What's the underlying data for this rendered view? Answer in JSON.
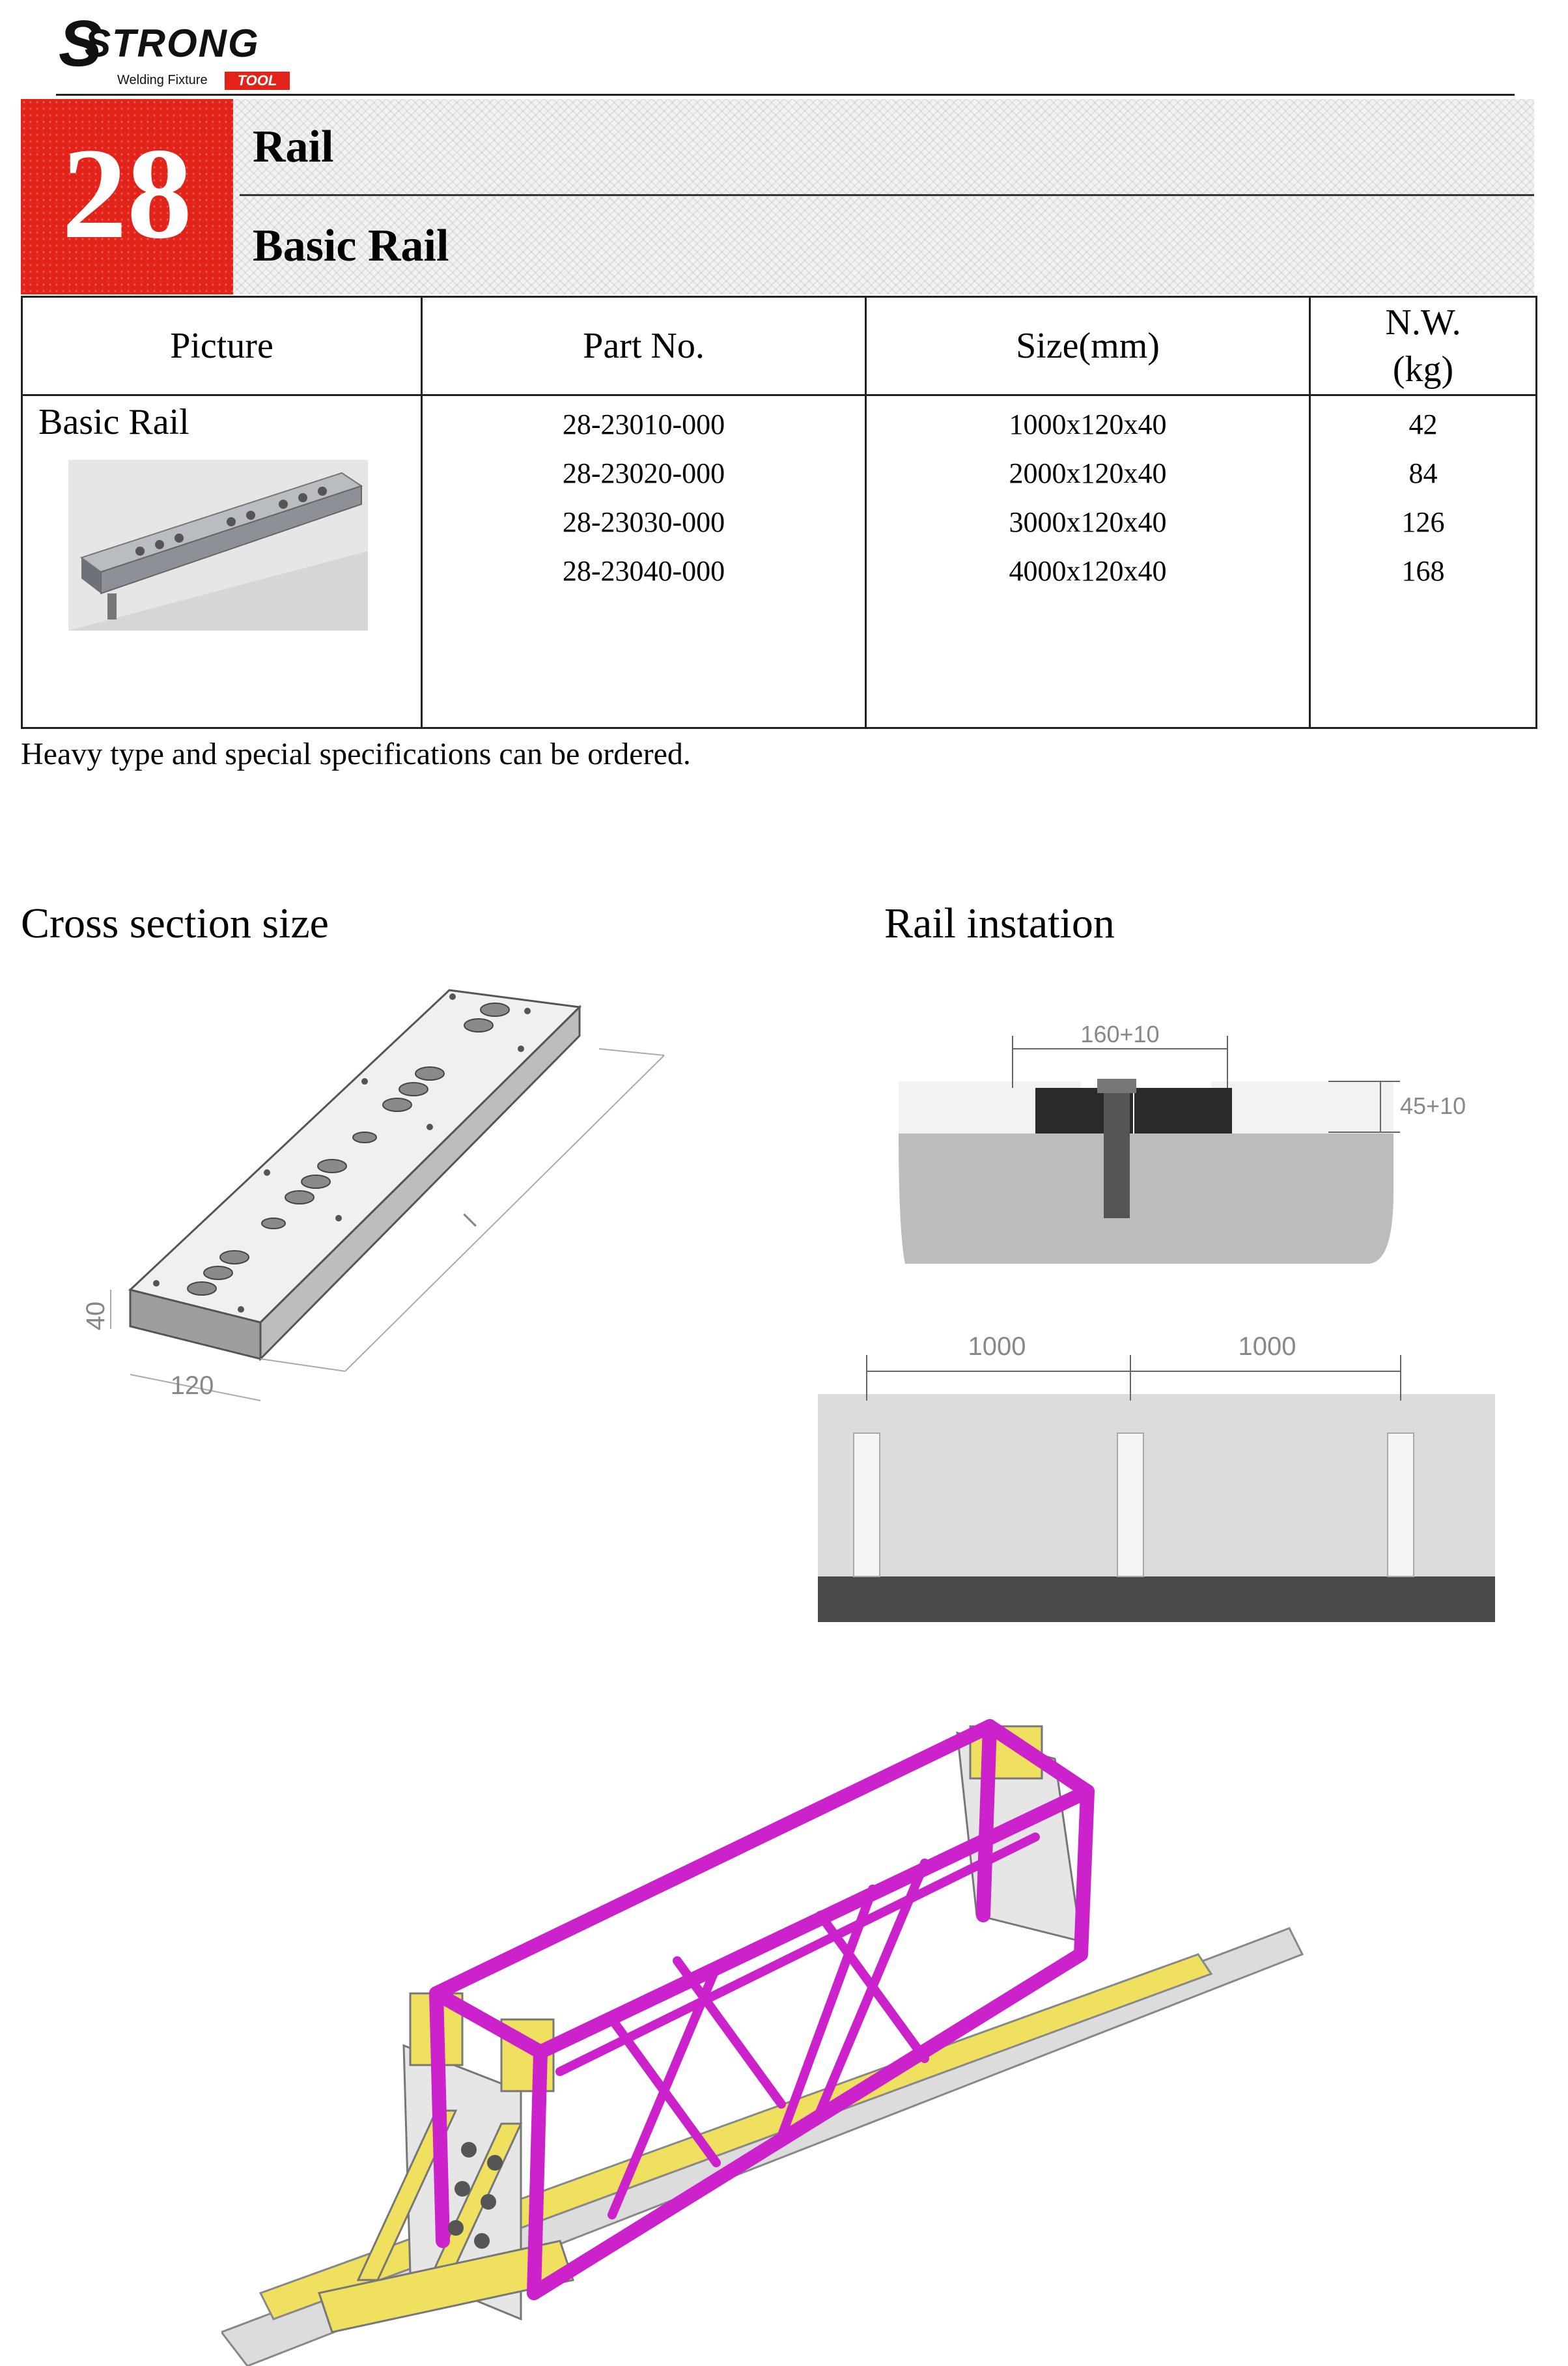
{
  "header": {
    "logo": {
      "wordmark": "STRONG",
      "tagline": "Welding Fixture",
      "tool_badge": "TOOL"
    },
    "section_number": "28",
    "title": "Rail",
    "subtitle": "Basic Rail"
  },
  "table": {
    "columns": [
      "Picture",
      "Part No.",
      "Size(mm)",
      "N.W.\n(kg)"
    ],
    "picture_label": "Basic Rail",
    "rows": [
      {
        "part_no": "28-23010-000",
        "size": "1000x120x40",
        "nw": "42"
      },
      {
        "part_no": "28-23020-000",
        "size": "2000x120x40",
        "nw": "84"
      },
      {
        "part_no": "28-23030-000",
        "size": "3000x120x40",
        "nw": "126"
      },
      {
        "part_no": "28-23040-000",
        "size": "4000x120x40",
        "nw": "168"
      }
    ]
  },
  "note": "Heavy type and special specifications can be ordered.",
  "cross_section": {
    "heading": "Cross section size",
    "dim_height": "40",
    "dim_width": "120",
    "dim_length": "l"
  },
  "rail_installation": {
    "heading": "Rail instation",
    "dim_gap": "160+10",
    "dim_depth": "45+10",
    "spacing_1": "1000",
    "spacing_2": "1000"
  },
  "colors": {
    "accent_red": "#e2231a",
    "frame_magenta": "#cc22cc",
    "fixture_yellow": "#f0e060"
  }
}
